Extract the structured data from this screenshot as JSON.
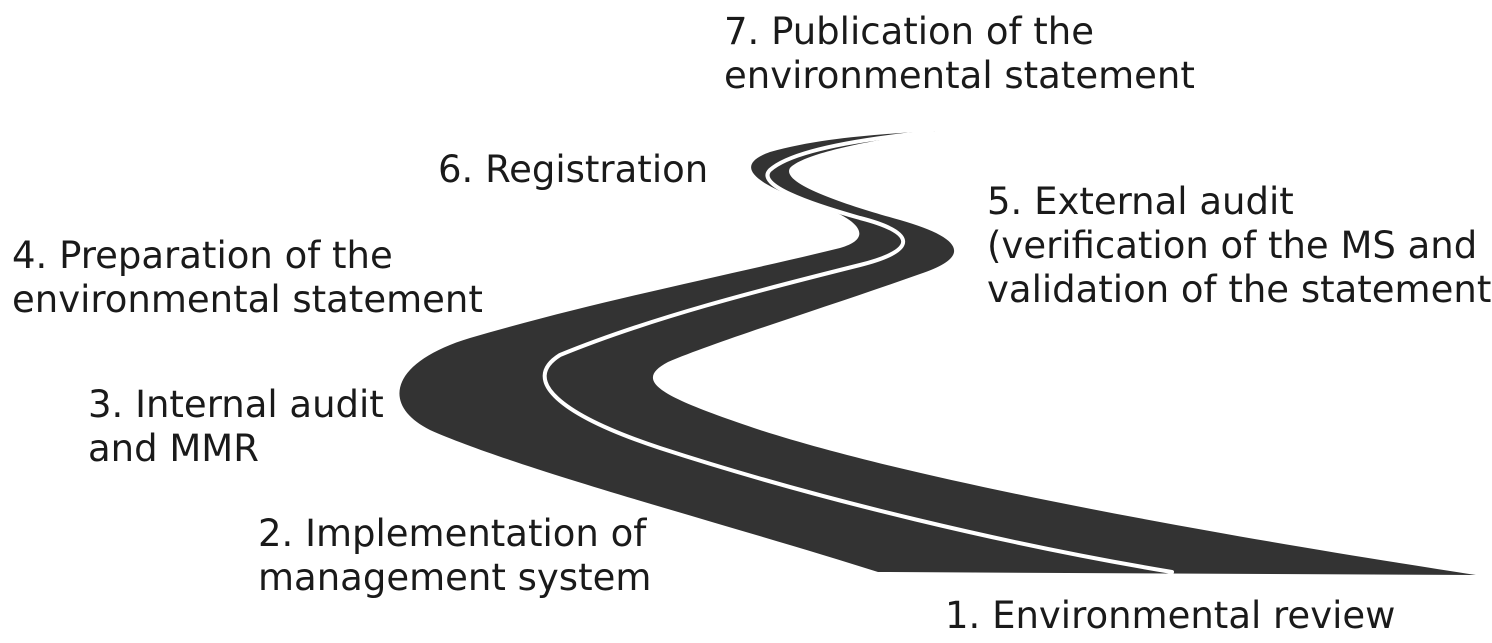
{
  "road": {
    "asphalt_color": "#333333",
    "centerline_color": "#ffffff"
  },
  "steps": [
    {
      "number": "1.",
      "lines": [
        "Environmental review"
      ]
    },
    {
      "number": "2.",
      "lines": [
        "Implementation of",
        "management system"
      ]
    },
    {
      "number": "3.",
      "lines": [
        "Internal audit",
        "and MMR"
      ]
    },
    {
      "number": "4.",
      "lines": [
        "Preparation of the",
        "environmental statement"
      ]
    },
    {
      "number": "5.",
      "lines": [
        "External audit",
        "(verification of the MS and",
        "validation of the statement)"
      ]
    },
    {
      "number": "6.",
      "lines": [
        "Registration"
      ]
    },
    {
      "number": "7.",
      "lines": [
        "Publication of the",
        "environmental statement"
      ]
    }
  ]
}
